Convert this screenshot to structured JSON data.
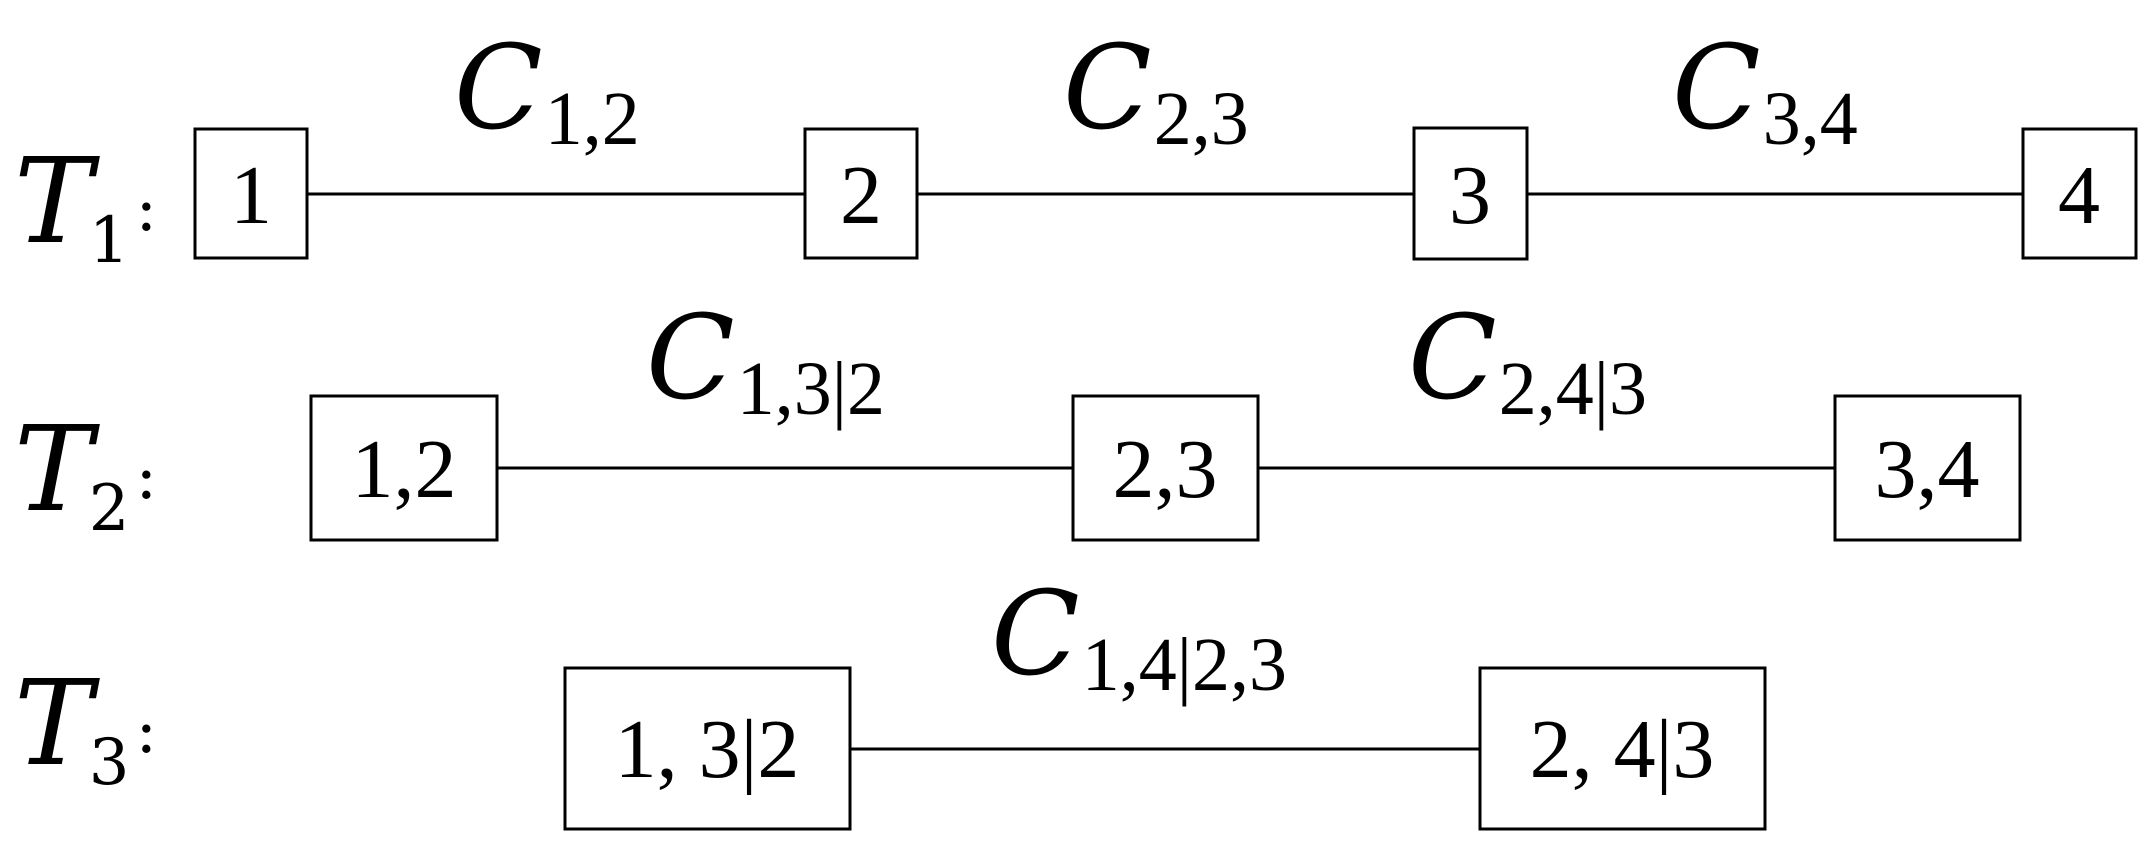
{
  "trees": [
    {
      "letter": "T",
      "sub": "1",
      "colon": ":",
      "nodes": [
        "1",
        "2",
        "3",
        "4"
      ],
      "edges": [
        {
          "letter": "C",
          "sub": "1,2"
        },
        {
          "letter": "C",
          "sub": "2,3"
        },
        {
          "letter": "C",
          "sub": "3,4"
        }
      ]
    },
    {
      "letter": "T",
      "sub": "2",
      "colon": ":",
      "nodes": [
        "1,2",
        "2,3",
        "3,4"
      ],
      "edges": [
        {
          "letter": "C",
          "sub": "1,3|2"
        },
        {
          "letter": "C",
          "sub": "2,4|3"
        }
      ]
    },
    {
      "letter": "T",
      "sub": "3",
      "colon": ":",
      "nodes": [
        "1, 3|2",
        "2, 4|3"
      ],
      "edges": [
        {
          "letter": "C",
          "sub": "1,4|2,3"
        }
      ]
    }
  ]
}
